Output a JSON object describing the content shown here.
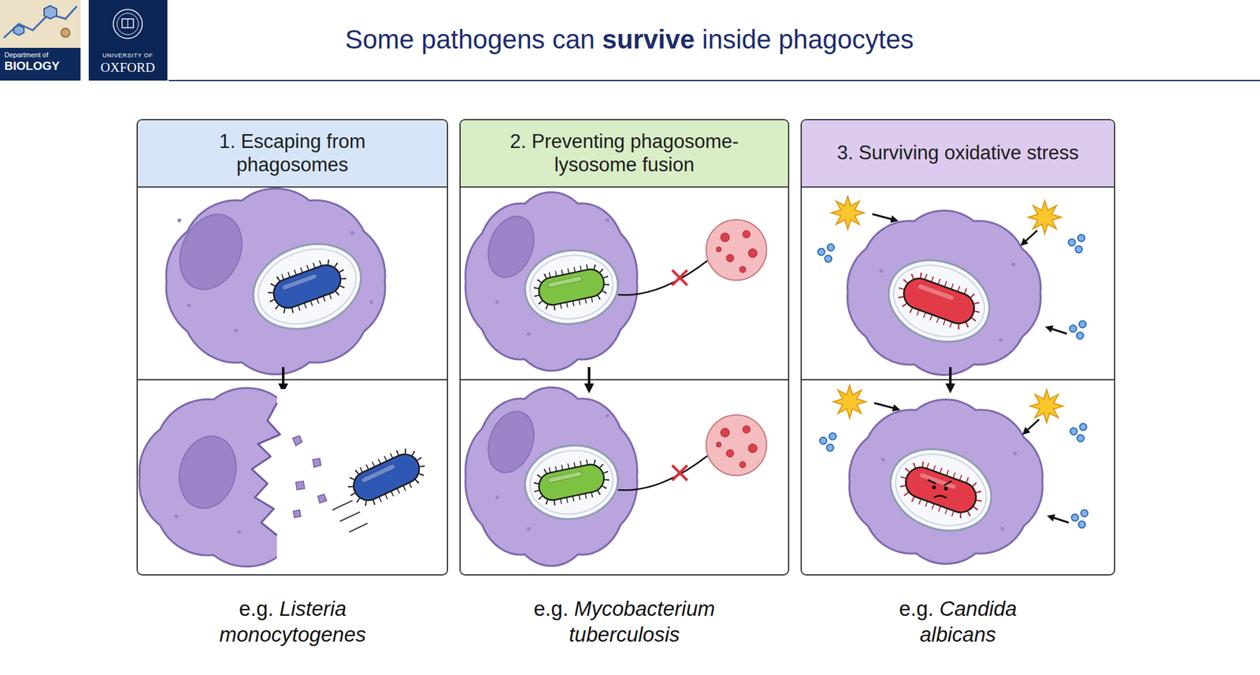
{
  "diagram": {
    "title": "Some pathogens can survive inside phagocytes",
    "nodes": [
      {
        "text": [
          "1. Escaping from phagosomes"
        ]
      },
      {
        "text": [
          "2. Preventing phagosome-lysosome fusion"
        ]
      },
      {
        "text": [
          "3. Surviving oxidative stress"
        ]
      }
    ],
    "labels": [
      "Department of",
      "BIOLOGY",
      "UNIVERSITY OF",
      "OXFORD",
      "e.g. Listeria monocytogenes",
      "e.g. Mycobacterium tuberculosis",
      "e.g. Candida albicans"
    ]
  }
}
